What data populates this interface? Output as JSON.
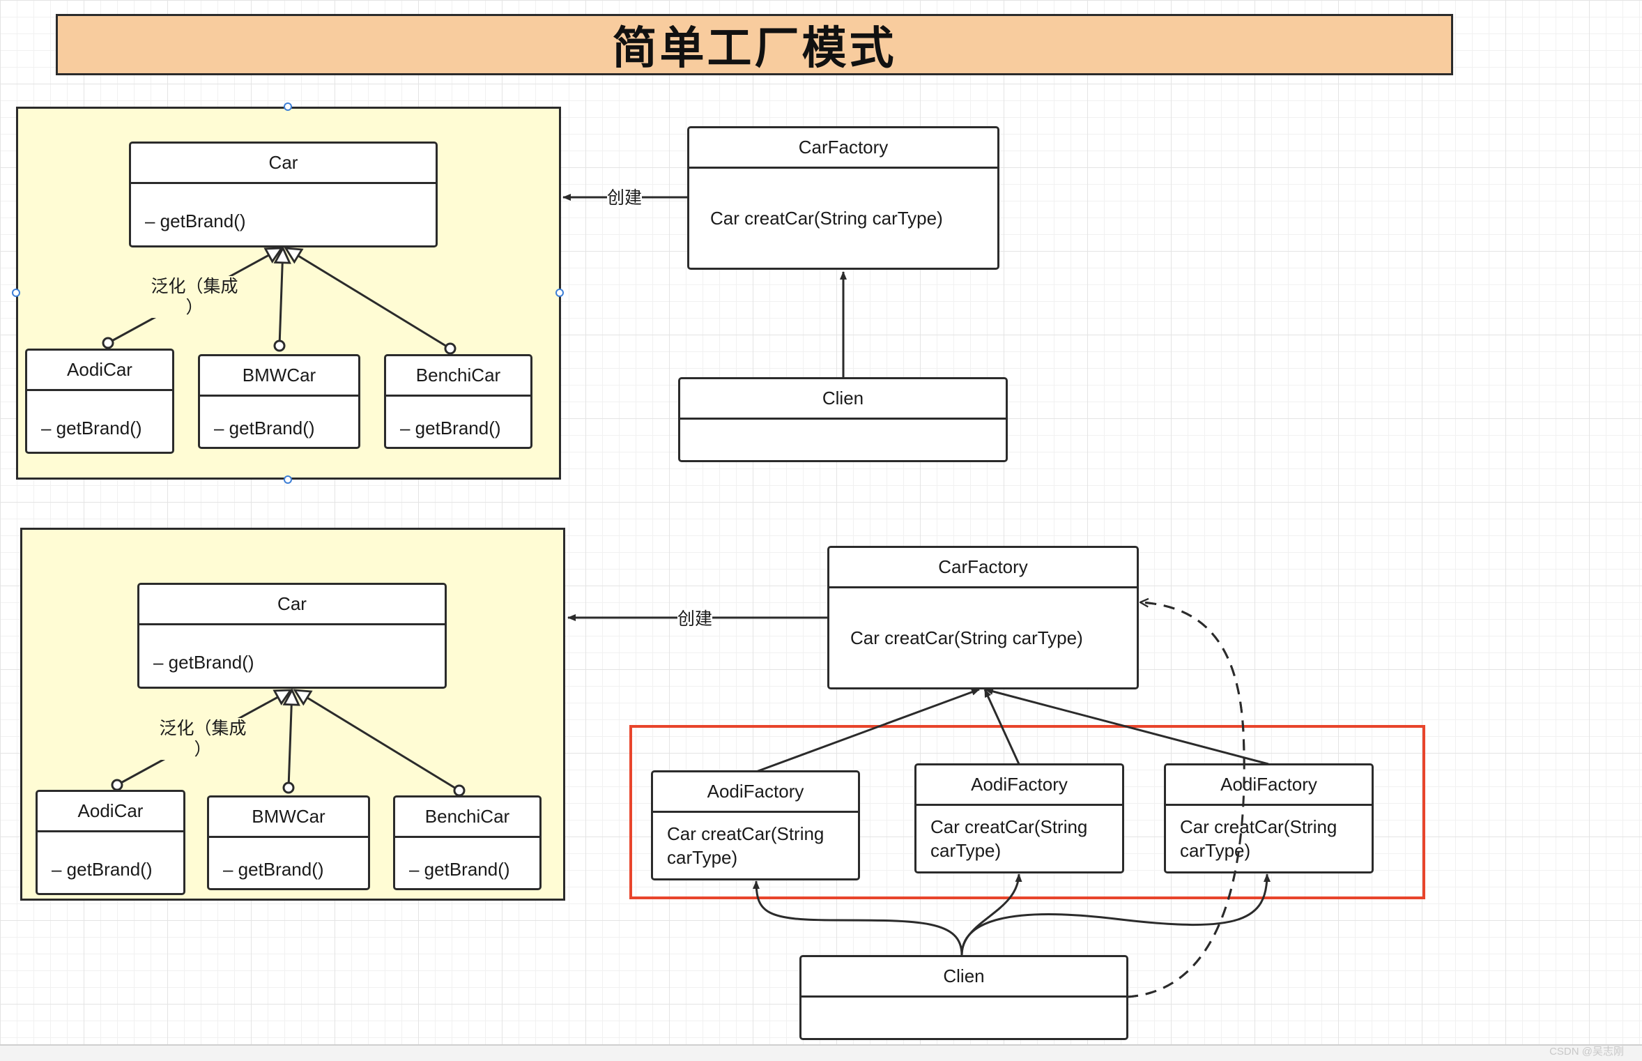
{
  "title": "简单工厂模式",
  "diagram1": {
    "car": {
      "name": "Car",
      "method": "– getBrand()"
    },
    "subclasses": [
      {
        "name": "AodiCar",
        "method": "– getBrand()"
      },
      {
        "name": "BMWCar",
        "method": "– getBrand()"
      },
      {
        "name": "BenchiCar",
        "method": "– getBrand()"
      }
    ],
    "generalization_label": "泛化（集成",
    "generalization_label_tail": "）",
    "factory": {
      "name": "CarFactory",
      "method": "Car creatCar(String carType)"
    },
    "create_label": "创建",
    "client": {
      "name": "Clien"
    }
  },
  "diagram2": {
    "car": {
      "name": "Car",
      "method": "– getBrand()"
    },
    "subclasses": [
      {
        "name": "AodiCar",
        "method": "– getBrand()"
      },
      {
        "name": "BMWCar",
        "method": "– getBrand()"
      },
      {
        "name": "BenchiCar",
        "method": "– getBrand()"
      }
    ],
    "generalization_label": "泛化（集成",
    "generalization_label_tail": "）",
    "factory": {
      "name": "CarFactory",
      "method": "Car creatCar(String carType)"
    },
    "create_label": "创建",
    "sub_factories": [
      {
        "name": "AodiFactory",
        "method": "Car creatCar(String carType)"
      },
      {
        "name": "AodiFactory",
        "method": "Car creatCar(String carType)"
      },
      {
        "name": "AodiFactory",
        "method": "Car creatCar(String carType)"
      }
    ],
    "client": {
      "name": "Clien"
    }
  },
  "watermark": "CSDN @吴志刚",
  "colors": {
    "title_bg": "#f8cc9e",
    "group_bg": "#fffcd4",
    "highlight": "#e8452c",
    "handle": "#3d7fd6"
  }
}
